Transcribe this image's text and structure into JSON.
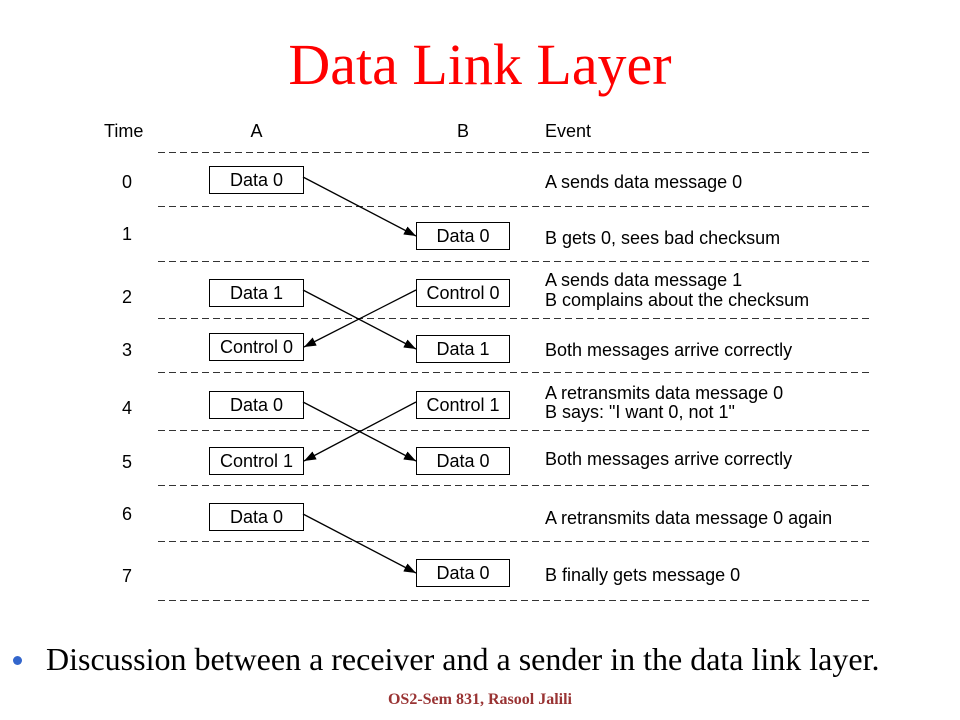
{
  "slide": {
    "title": "Data Link Layer",
    "bullet": "Discussion between a receiver and a sender in the data link layer.",
    "footer": "OS2-Sem 831, Rasool Jalili"
  },
  "diagram": {
    "headers": {
      "time": "Time",
      "a": "A",
      "b": "B",
      "event": "Event"
    },
    "rows": [
      {
        "time": "0",
        "a": "Data 0",
        "events": [
          "A sends data message 0"
        ]
      },
      {
        "time": "1",
        "b": "Data 0",
        "events": [
          "B gets 0, sees bad checksum"
        ]
      },
      {
        "time": "2",
        "a": "Data 1",
        "b": "Control 0",
        "events": [
          "A sends data message 1",
          "B complains about the checksum"
        ]
      },
      {
        "time": "3",
        "a": "Control 0",
        "b": "Data 1",
        "events": [
          "Both messages arrive correctly"
        ]
      },
      {
        "time": "4",
        "a": "Data 0",
        "b": "Control 1",
        "events": [
          "A retransmits data message 0",
          "B says: \"I want 0, not 1\""
        ]
      },
      {
        "time": "5",
        "a": "Control 1",
        "b": "Data 0",
        "events": [
          "Both messages arrive correctly"
        ]
      },
      {
        "time": "6",
        "a": "Data 0",
        "events": [
          "A retransmits data message 0 again"
        ]
      },
      {
        "time": "7",
        "b": "Data 0",
        "events": [
          "B finally gets message 0"
        ]
      }
    ],
    "messages": [
      {
        "from_time": 0,
        "to_time": 1,
        "a_to_b": true
      },
      {
        "from_time": 2,
        "to_time": 3,
        "a_to_b": true
      },
      {
        "from_time": 2,
        "to_time": 3,
        "a_to_b": false
      },
      {
        "from_time": 4,
        "to_time": 5,
        "a_to_b": true
      },
      {
        "from_time": 4,
        "to_time": 5,
        "a_to_b": false
      },
      {
        "from_time": 6,
        "to_time": 7,
        "a_to_b": true
      }
    ]
  },
  "colors": {
    "title": "#ff0000",
    "text": "#000000",
    "bullet": "#3366cc",
    "footer": "#993333"
  }
}
